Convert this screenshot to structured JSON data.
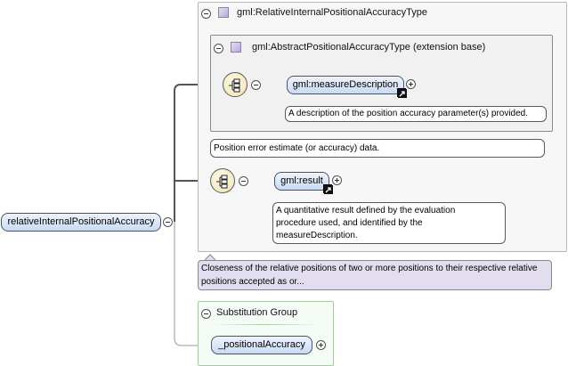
{
  "root_element": {
    "label": "relativeInternalPositionalAccuracy"
  },
  "type_box": {
    "title": "gml:RelativeInternalPositionalAccuracyType",
    "annotation": "Closeness of the relative positions of two or more positions to their respective relative positions accepted as or..."
  },
  "base_type_box": {
    "title": "gml:AbstractPositionalAccuracyType (extension base)",
    "annotation": "Position error estimate (or accuracy) data."
  },
  "elements": {
    "measure_description": {
      "label": "gml:measureDescription",
      "annotation": "A description of the position accuracy parameter(s) provided."
    },
    "result": {
      "label": "gml:result",
      "annotation_lines": [
        "A quantitative result defined by the evaluation",
        "procedure used, and identified by the",
        "measureDescription."
      ]
    }
  },
  "substitution_group": {
    "title": "Substitution Group",
    "member": "_positionalAccuracy"
  },
  "colors": {
    "element_fill": "#c9daf3",
    "type_icon": "#b9a9d7",
    "annotation_lavender": "#e2deef",
    "compositor": "#eee2b2",
    "substitution_group_border": "#a9c9a9"
  }
}
